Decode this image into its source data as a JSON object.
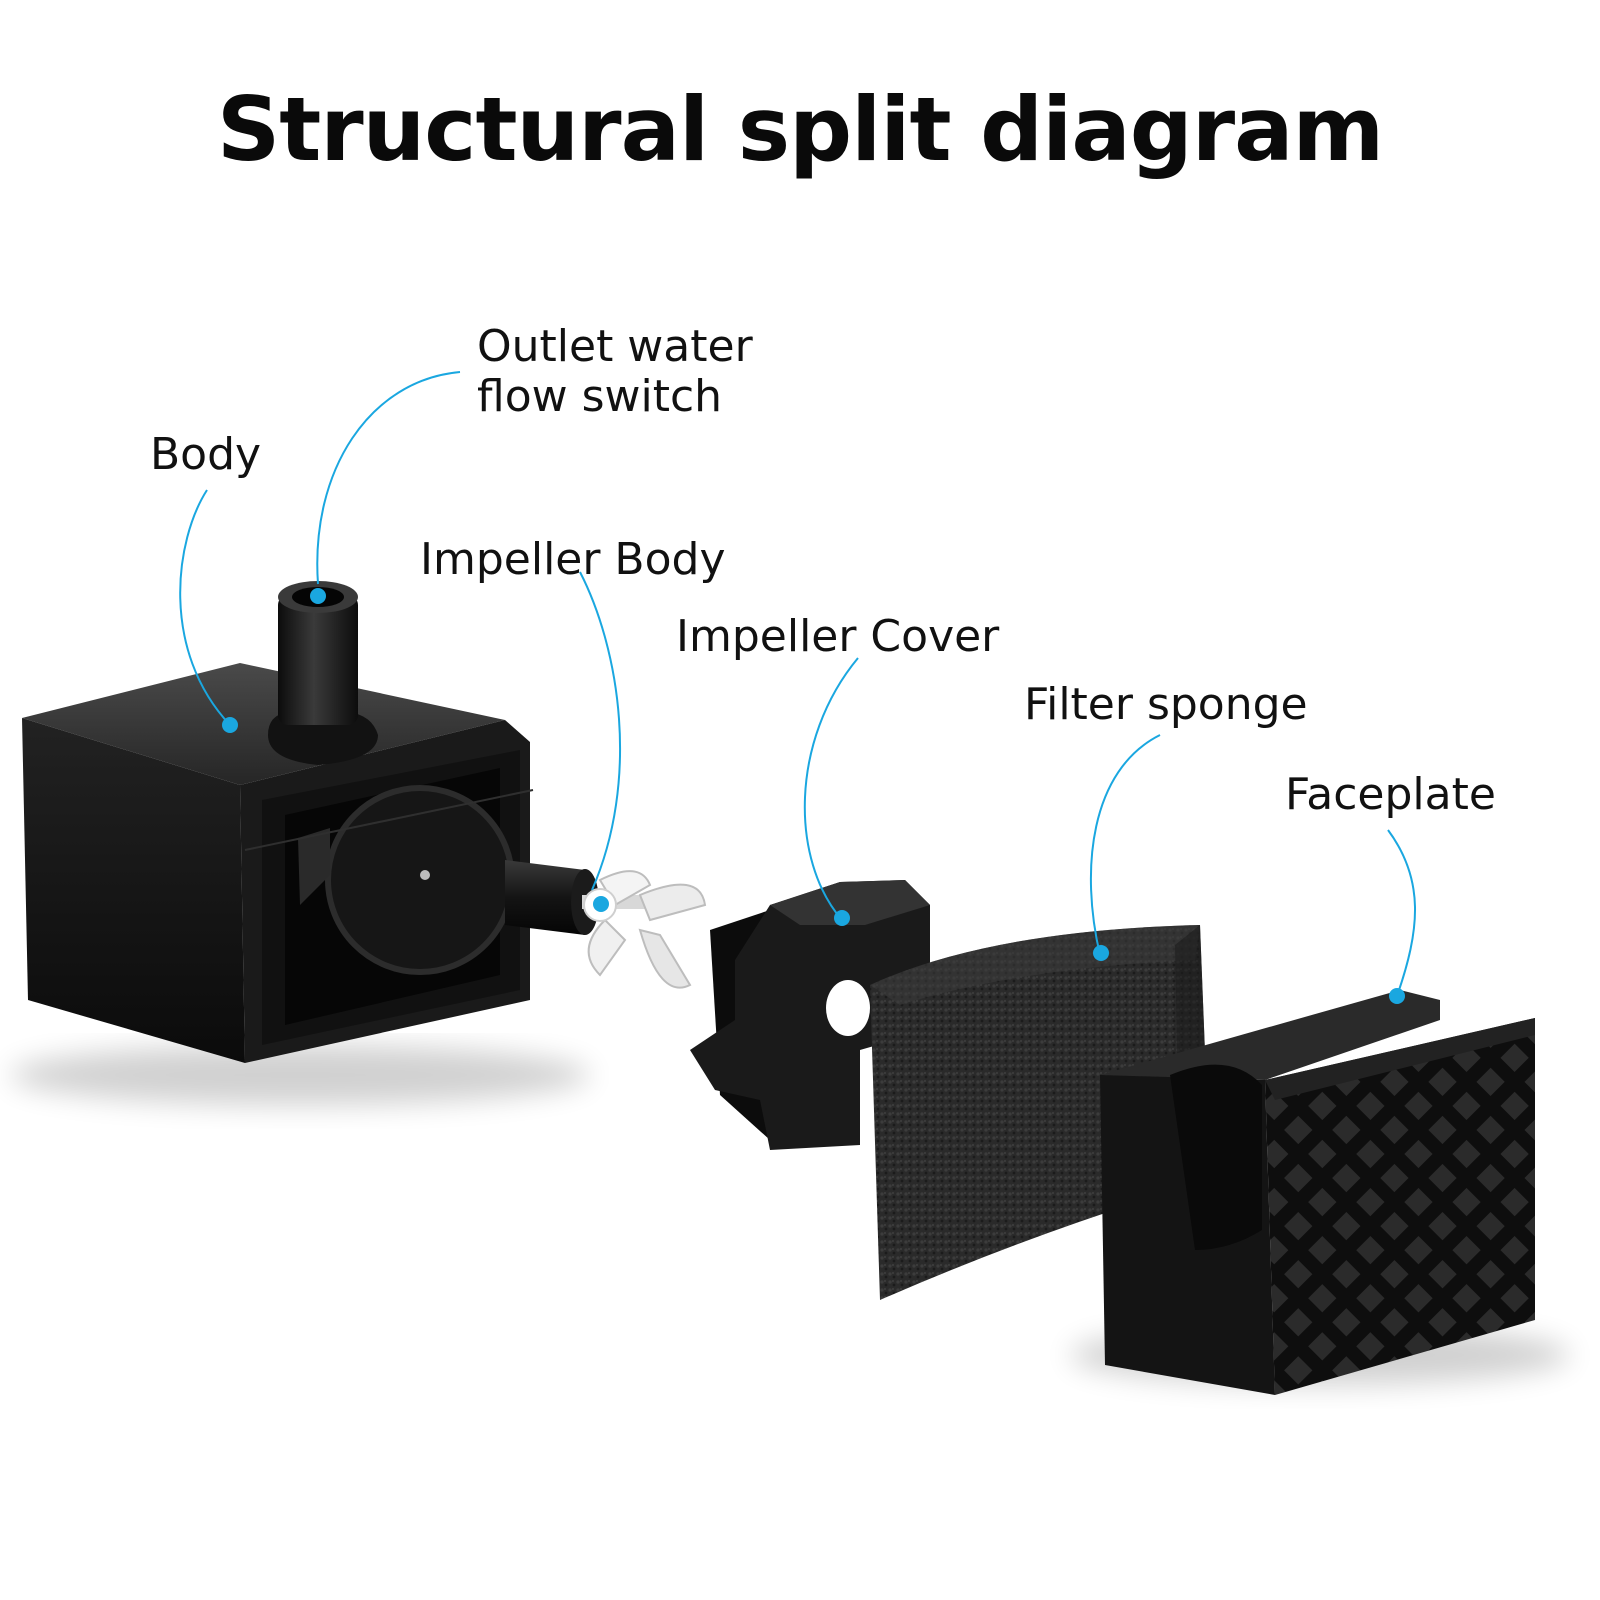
{
  "title": "Structural split diagram",
  "labels": {
    "outlet": [
      "Outlet water",
      "flow switch"
    ],
    "body": "Body",
    "impeller_body": "Impeller Body",
    "impeller_cover": "Impeller Cover",
    "filter_sponge": "Filter sponge",
    "faceplate": "Faceplate"
  },
  "colors": {
    "leader": "#1aa7e0",
    "part": "#161616",
    "impeller": "#f2f2f2"
  },
  "parts": [
    "pump-body",
    "outlet-nozzle",
    "impeller-shaft",
    "impeller-blades",
    "impeller-cover",
    "filter-sponge",
    "faceplate"
  ]
}
